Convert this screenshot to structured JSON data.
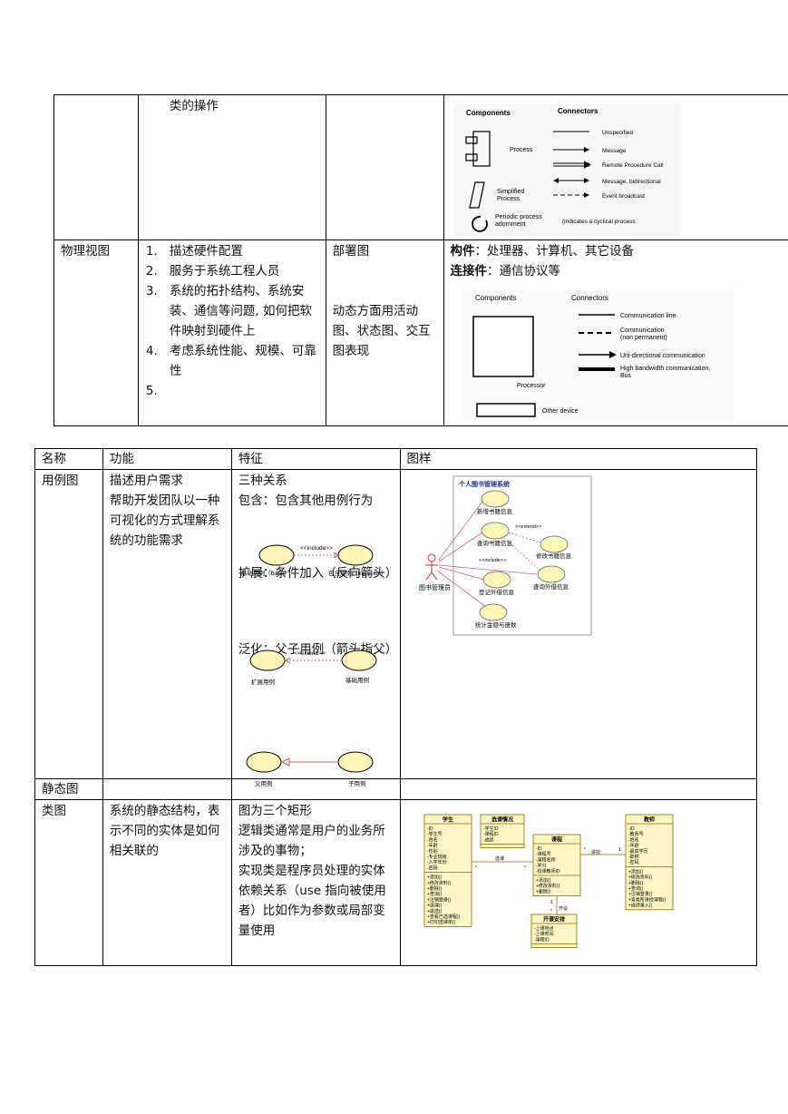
{
  "table1": {
    "row1": {
      "col2": "类的操作",
      "legend": {
        "components_heading": "Components",
        "connectors_heading": "Connectors",
        "process": "Process",
        "simplified_process_line1": "Simplified",
        "simplified_process_line2": "Process",
        "periodic_line1": "Periodic process",
        "periodic_line2": "adornment",
        "unspecified": "Unspecified",
        "message": "Message",
        "rpc": "Remote Procedure Call",
        "bidirectional": "Message, bidirectional",
        "event": "Event broadcast",
        "cyclical": "(indicates a cyclical process"
      }
    },
    "row2": {
      "col1": "物理视图",
      "items": [
        {
          "num": "1.",
          "text": "描述硬件配置"
        },
        {
          "num": "2.",
          "text": "服务于系统工程人员"
        },
        {
          "num": "3.",
          "text": "系统的拓扑结构、系统安装、通信等问题, 如何把软件映射到硬件上"
        },
        {
          "num": "4.",
          "text": "考虑系统性能、规模、可靠性"
        },
        {
          "num": "5.",
          "text": ""
        }
      ],
      "col3_line1": "部署图",
      "col3_line2": "动态方面用活动图、状态图、交互图表现",
      "col4_label1": "构件",
      "col4_text1": "：处理器、计算机、其它设备",
      "col4_label2": "连接件",
      "col4_text2": "：通信协议等",
      "legend": {
        "components_heading": "Components",
        "connectors_heading": "Connectors",
        "processor": "Processor",
        "other_device": "Other device",
        "comm_line": "Communication line",
        "comm_np_line1": "Communication",
        "comm_np_line2": "(non permanent)",
        "uni": "Uni-directional communication",
        "high_line1": "High bandwidth communication,",
        "high_line2": "Bus"
      }
    }
  },
  "table2": {
    "headers": [
      "名称",
      "功能",
      "特征",
      "图样"
    ],
    "usecase": {
      "name": "用例图",
      "function": "描述用户需求\n帮助开发团队以一种可视化的方式理解系统的功能需求",
      "f1": "三种关系",
      "f2": "包含：包含其他用例行为",
      "include_stereo": "<<include>>",
      "include_base": "基础用例（Base）",
      "include_incl": "包含用例（Inclusion）",
      "f3": "扩展：条件加入（反向箭头）",
      "extend_stereo": "<<extend>>",
      "extend_ext": "扩展用例",
      "extend_base": "基础用例",
      "f4": "泛化：父子用例（箭头指父）",
      "gen_parent": "父用例",
      "gen_child": "子用例",
      "diagram": {
        "title": "个人图书管理系统",
        "actor": "图书管理员",
        "uc1": "新增书籍信息",
        "uc2": "查询书籍信息",
        "uc3": "修改书籍信息",
        "uc4": "登记外借信息",
        "uc5": "查询外借信息",
        "uc6": "统计金额与册数",
        "extend": "<<extend>>",
        "include": "<<include>>"
      }
    },
    "static": {
      "name": "静态图"
    },
    "classdiag": {
      "name": "类图",
      "function": "系统的静态结构，表示不同的实体是如何相关联的",
      "features": "图为三个矩形\n逻辑类通常是用户的业务所涉及的事物；\n实现类是程序员处理的实体\n依赖关系（use 指向被使用者）比如作为参数或局部变量使用",
      "diagram": {
        "student": "学生",
        "student_attrs": [
          "-ID",
          "-学生号",
          "-姓名",
          "-年龄",
          "-性别",
          "-专业班级",
          "-入学年份",
          "-密码"
        ],
        "student_ops": [
          "+添加()",
          "+修改资料()",
          "+删除()",
          "+查询()",
          "+注销登录()",
          "+选课()",
          "+退选()",
          "+查看已选课程()",
          "+打印选课单()"
        ],
        "selection": "选课情况",
        "selection_attrs": [
          "-学生ID",
          "-课程ID",
          "-成绩"
        ],
        "course": "课程",
        "course_attrs": [
          "-ID",
          "-课程号",
          "-课程名称",
          "-学分",
          "-授课教师ID"
        ],
        "course_ops": [
          "+添加()",
          "+修改资料()",
          "+删除()"
        ],
        "teacher": "教师",
        "teacher_attrs": [
          "-ID",
          "-教师号",
          "-姓名",
          "-年龄",
          "-最高学历",
          "-职称",
          "-密码"
        ],
        "teacher_ops": [
          "+添加()",
          "+修改资料()",
          "+删除()",
          "+查询()",
          "+注销登录()",
          "+查看所讲授课程()",
          "+成绩录入()"
        ],
        "arrange": "开课安排",
        "arrange_attrs": [
          "-上课地点",
          "-上课时间",
          "-课程ID"
        ],
        "assoc1": "选课",
        "assoc2": "讲授",
        "assoc3": "开设",
        "m_star": "*",
        "m_one": "1"
      }
    }
  }
}
